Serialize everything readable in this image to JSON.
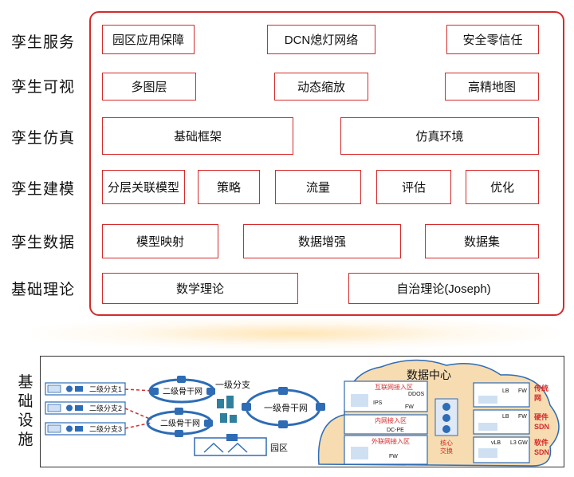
{
  "layers": [
    {
      "label": "孪生服务",
      "items": [
        "园区应用保障",
        "DCN熄灯网络",
        "安全零信任"
      ]
    },
    {
      "label": "孪生可视",
      "items": [
        "多图层",
        "动态缩放",
        "高精地图"
      ]
    },
    {
      "label": "孪生仿真",
      "items": [
        "基础框架",
        "仿真环境"
      ]
    },
    {
      "label": "孪生建模",
      "items": [
        "分层关联模型",
        "策略",
        "流量",
        "评估",
        "优化"
      ]
    },
    {
      "label": "孪生数据",
      "items": [
        "模型映射",
        "数据增强",
        "数据集"
      ]
    },
    {
      "label": "基础理论",
      "items": [
        "数学理论",
        "自治理论(Joseph)"
      ]
    }
  ],
  "infrastructure": {
    "label": "基础设施",
    "branches": [
      "二级分支1",
      "二级分支2",
      "二级分支3"
    ],
    "backbones": {
      "secondary_a": "二级骨干网",
      "secondary_b": "二级骨干网",
      "primary": "一级骨干网",
      "primary_branch": "一级分支"
    },
    "campus": "园区",
    "datacenter": {
      "title": "数据中心",
      "zones": [
        "互联网接入区",
        "内网接入区",
        "外联网接入区"
      ],
      "zone_tags": [
        "IPS",
        "DDOS",
        "FW",
        "DC-PE",
        "FW"
      ],
      "core": "核心交换",
      "right_tags": [
        "LB",
        "FW",
        "LB",
        "FW",
        "vLB",
        "L3 GW"
      ],
      "side_labels": [
        {
          "line1": "传统",
          "line2": "网"
        },
        {
          "line1": "硬件",
          "line2": "SDN"
        },
        {
          "line1": "软件",
          "line2": "SDN"
        }
      ]
    }
  },
  "colors": {
    "accent": "#d42b2b",
    "net_blue": "#2e6cb5",
    "cloud_fill": "#f6dcb0",
    "box_blue": "#cfe0f3"
  }
}
